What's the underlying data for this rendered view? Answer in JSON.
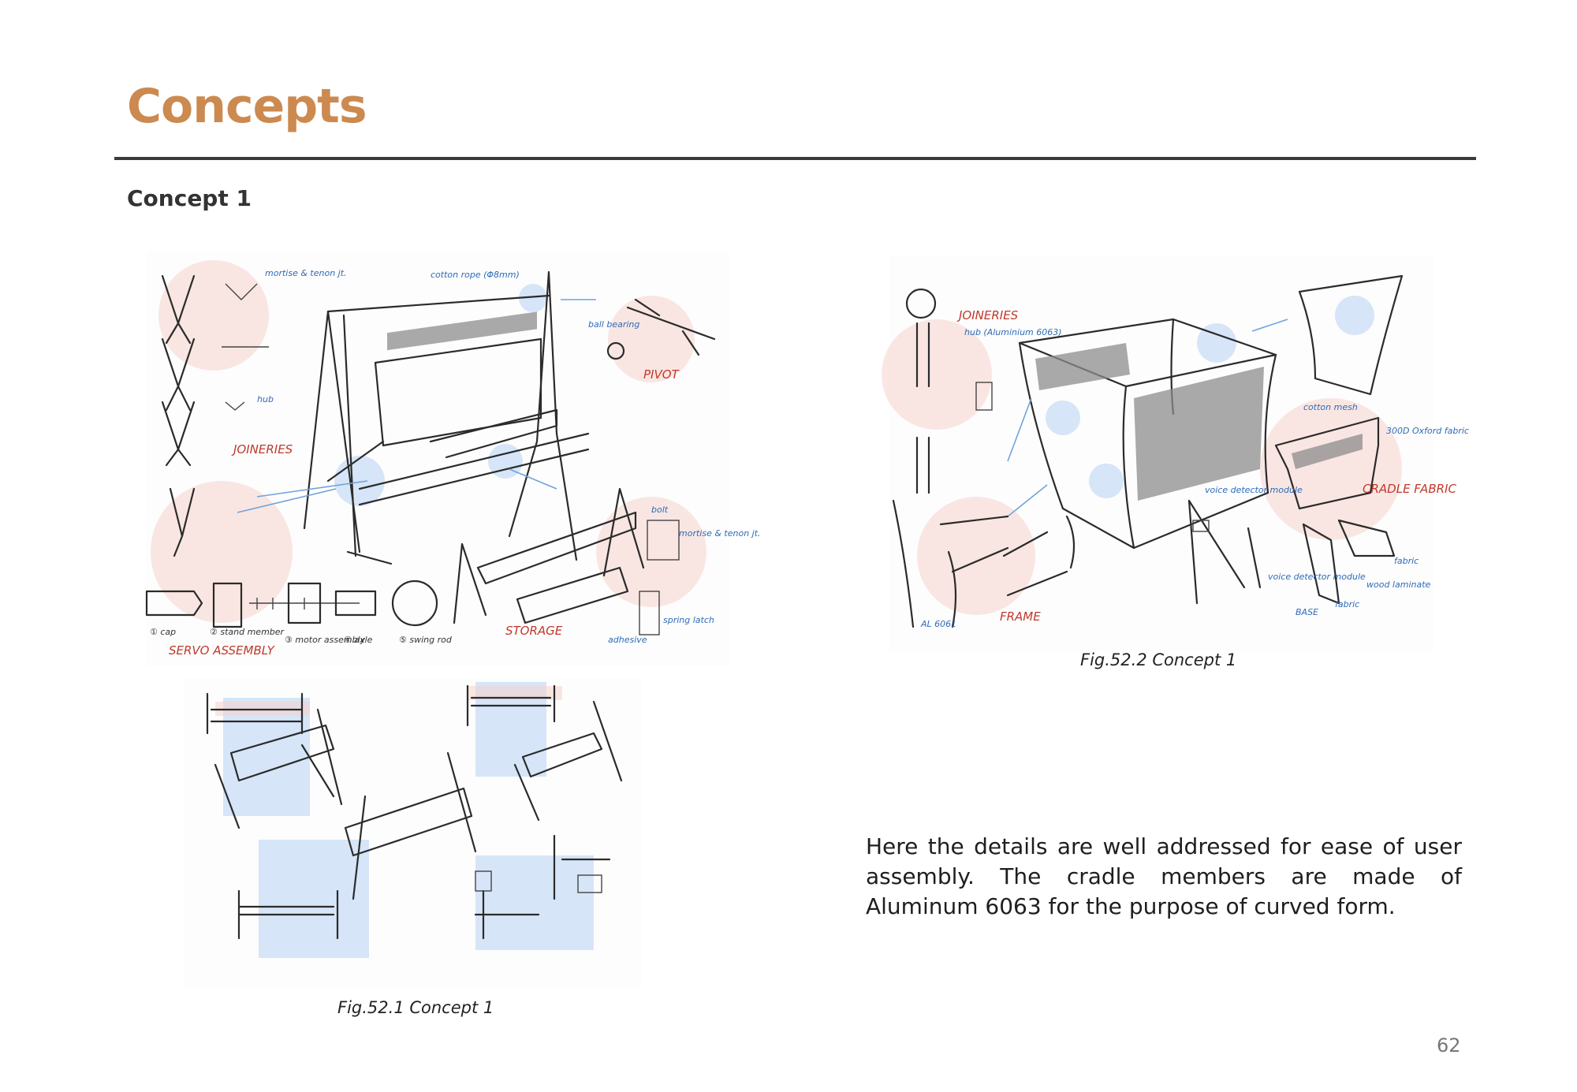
{
  "page": {
    "title": "Concepts",
    "subtitle": "Concept 1",
    "page_number": "62"
  },
  "figures": [
    {
      "caption": "Fig.52.1 Concept 1",
      "sketch_notes": {
        "mortise_tenon": "mortise & tenon jt.",
        "cotton_rope": "cotton rope (Φ8mm)",
        "hub": "hub",
        "joineries": "JOINERIES",
        "ball_bearing": "ball bearing",
        "pivot": "PIVOT",
        "bolt": "bolt",
        "mortise_tenon_2": "mortise & tenon jt.",
        "spring_latch": "spring latch",
        "adhesive": "adhesive",
        "storage": "STORAGE",
        "servo_assembly": "SERVO ASSEMBLY",
        "cap": "① cap",
        "stand_member": "② stand member",
        "motor_assembly": "③ motor assembly",
        "axle": "④ axle",
        "swing_rod": "⑤ swing rod"
      }
    },
    {
      "caption": "Fig.52.2 Concept 1",
      "sketch_notes": {
        "joineries": "JOINERIES",
        "hub": "hub (Aluminium 6063)",
        "cotton_mesh": "cotton mesh",
        "oxford_fabric": "300D Oxford fabric",
        "cradle_fabric": "CRADLE FABRIC",
        "voice_module": "voice detector module",
        "voice_module_2": "voice detector module",
        "fabric": "fabric",
        "wood_laminate": "wood laminate",
        "fabric_2": "fabric",
        "base": "BASE",
        "al6061": "AL 6061",
        "frame": "FRAME"
      }
    }
  ],
  "body_text": "Here the details are well addressed for ease of user assembly. The cradle members are made of Aluminum 6063 for the purpose of curved form.",
  "colors": {
    "title": "#cc8a50",
    "rule": "#3a3a3a",
    "sketch_red": "#c0392b",
    "sketch_blue": "#2e6bb8"
  }
}
